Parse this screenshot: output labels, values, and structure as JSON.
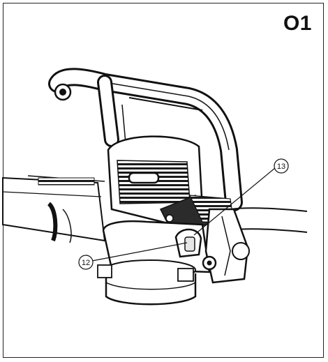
{
  "figure": {
    "label": "O1"
  },
  "callouts": [
    {
      "number": "⑬",
      "text": "13"
    },
    {
      "number": "⑫",
      "text": "12"
    }
  ],
  "colors": {
    "line": "#111111",
    "dark_fill": "#2b2b2b",
    "mid_fill": "#6a6a6a",
    "light_fill": "#e6e6e6",
    "background": "#ffffff"
  },
  "icons": [
    "leaf-blower-illustration",
    "callout-circle"
  ]
}
